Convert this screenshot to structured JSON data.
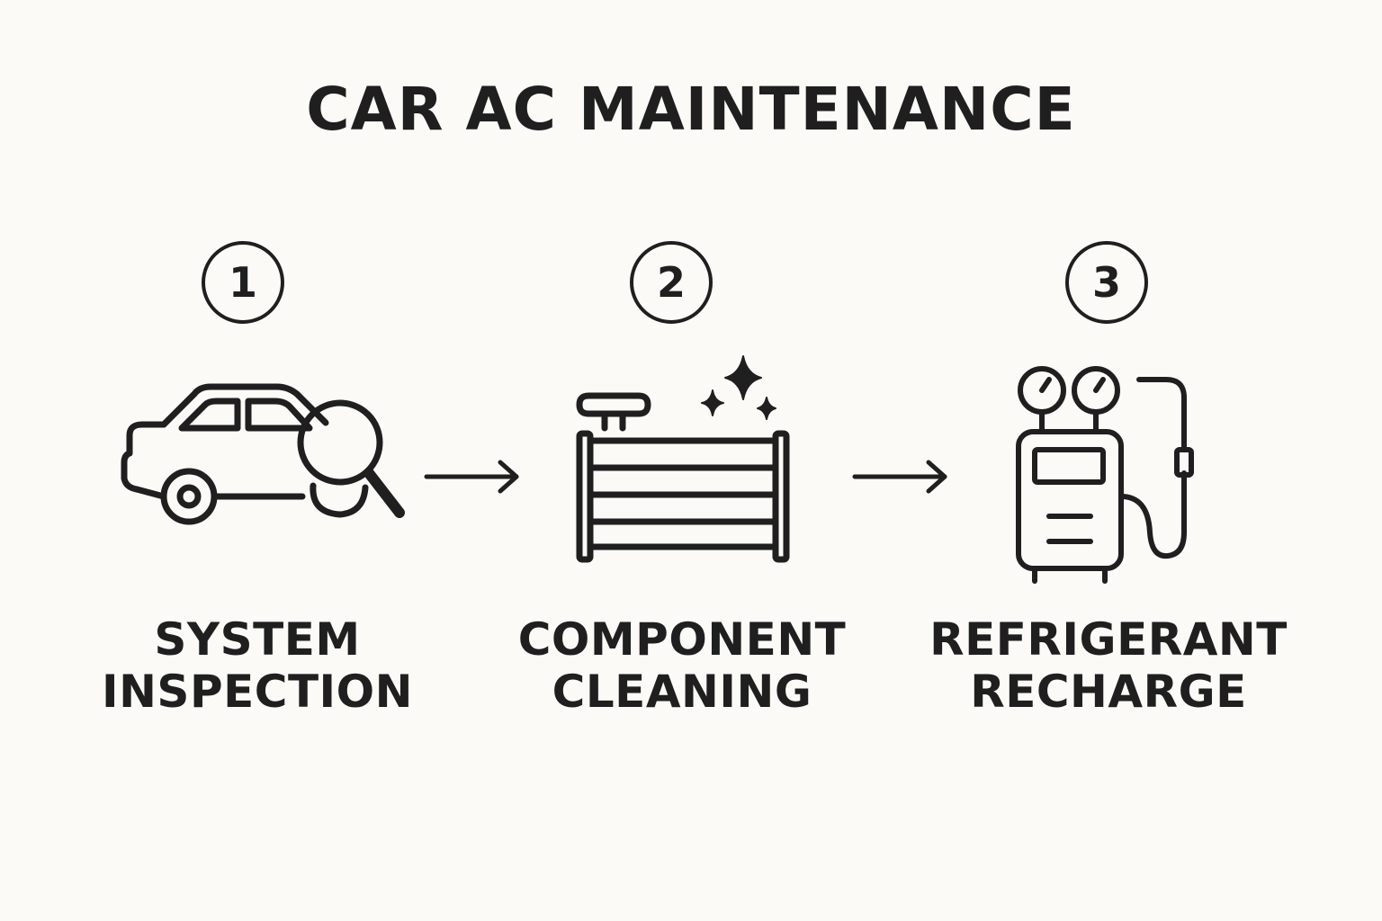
{
  "title": "CAR AC MAINTENANCE",
  "colors": {
    "background": "#fbfaf7",
    "ink": "#1f1f1f"
  },
  "steps": [
    {
      "number": "1",
      "label_line1": "SYSTEM",
      "label_line2": "INSPECTION",
      "icon": "car-magnifier-icon"
    },
    {
      "number": "2",
      "label_line1": "COMPONENT",
      "label_line2": "CLEANING",
      "icon": "clean-condenser-icon"
    },
    {
      "number": "3",
      "label_line1": "REFRIGERANT",
      "label_line2": "RECHARGE",
      "icon": "recharge-machine-icon"
    }
  ],
  "connectors": [
    "arrow-right-icon",
    "arrow-right-icon"
  ]
}
